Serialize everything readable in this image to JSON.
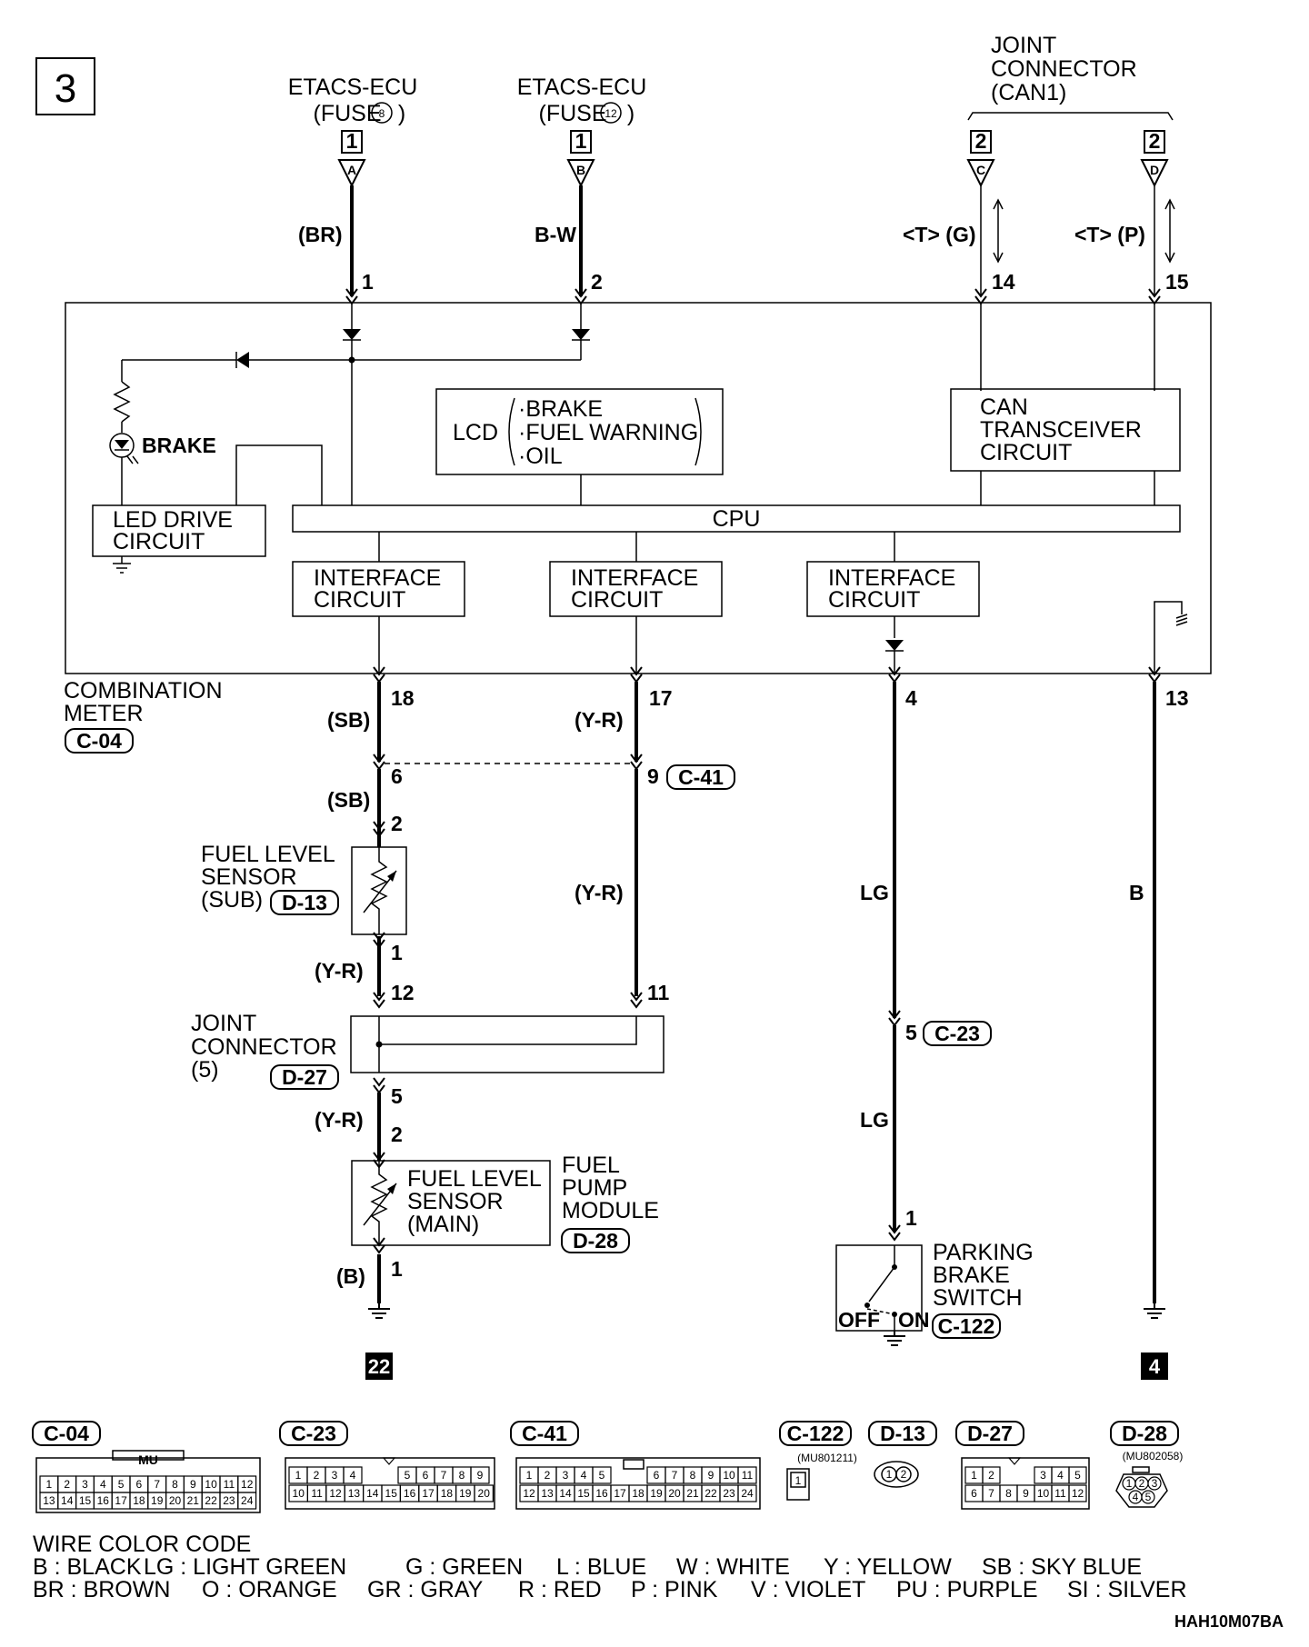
{
  "page": {
    "number": "3",
    "code": "HAH10M07BA",
    "nav_22": "22",
    "nav_4": "4"
  },
  "sources": {
    "etacs1": {
      "line1": "ETACS-ECU",
      "line2": "(FUSE",
      "fuse": "8",
      "tag": "1",
      "letter": "A"
    },
    "etacs2": {
      "line1": "ETACS-ECU",
      "line2": "(FUSE",
      "fuse": "12",
      "tag": "1",
      "letter": "B"
    },
    "joint_can": {
      "line1": "JOINT",
      "line2": "CONNECTOR",
      "line3": "(CAN1)",
      "tag": "2",
      "letter_c": "C",
      "letter_d": "D"
    }
  },
  "wires": {
    "w1": {
      "color": "(BR)",
      "pin": "1"
    },
    "w2": {
      "color": "B-W",
      "pin": "2"
    },
    "w14": {
      "color": "<T> (G)",
      "pin": "14"
    },
    "w15": {
      "color": "<T> (P)",
      "pin": "15"
    },
    "w18": {
      "color": "(SB)",
      "pin": "18"
    },
    "w17": {
      "color": "(Y-R)",
      "pin": "17"
    },
    "w4": {
      "color": "LG",
      "pin": "4"
    },
    "w13": {
      "color": "B",
      "pin": "13"
    },
    "sb2": "(SB)",
    "pin6": "6",
    "pin2a": "2",
    "pin9": "9",
    "yr_mid": "(Y-R)",
    "pin1a": "1",
    "yr_low": "(Y-R)",
    "pin12": "12",
    "pin11": "11",
    "pin5a": "5",
    "yr_bottom": "(Y-R)",
    "pin2b": "2",
    "b_paren": "(B)",
    "pin1b": "1",
    "lg_mid": "LG",
    "pin5b": "5",
    "lg_low": "LG",
    "pin1c": "1",
    "b_mid": "B"
  },
  "meter": {
    "brake_led": "BRAKE",
    "lcd_label": "LCD",
    "lcd_items": [
      "·BRAKE",
      "·FUEL WARNING",
      "·OIL"
    ],
    "can_lines": [
      "CAN",
      "TRANSCEIVER",
      "CIRCUIT"
    ],
    "led_drive": [
      "LED DRIVE",
      "CIRCUIT"
    ],
    "cpu": "CPU",
    "interface": [
      "INTERFACE",
      "CIRCUIT"
    ],
    "name": [
      "COMBINATION",
      "METER"
    ],
    "connector": "C-04"
  },
  "components": {
    "c41": "C-41",
    "fuel_sub": {
      "lines": [
        "FUEL LEVEL",
        "SENSOR",
        "(SUB)"
      ],
      "connector": "D-13"
    },
    "joint5": {
      "lines": [
        "JOINT",
        "CONNECTOR",
        "(5)"
      ],
      "connector": "D-27"
    },
    "fuel_main": {
      "lines": [
        "FUEL LEVEL",
        "SENSOR",
        "(MAIN)"
      ]
    },
    "pump": {
      "lines": [
        "FUEL",
        "PUMP",
        "MODULE"
      ],
      "connector": "D-28"
    },
    "c23": "C-23",
    "parking": {
      "lines": [
        "PARKING",
        "BRAKE",
        "SWITCH"
      ],
      "connector": "C-122",
      "off": "OFF",
      "on": "ON"
    }
  },
  "connectors": {
    "c04": {
      "label": "C-04",
      "mu": "MU",
      "top": [
        "1",
        "2",
        "3",
        "4",
        "5",
        "6",
        "7",
        "8",
        "9",
        "10",
        "11",
        "12"
      ],
      "bottom": [
        "13",
        "14",
        "15",
        "16",
        "17",
        "18",
        "19",
        "20",
        "21",
        "22",
        "23",
        "24"
      ]
    },
    "c23": {
      "label": "C-23",
      "top_l": [
        "1",
        "2",
        "3",
        "4"
      ],
      "top_r": [
        "5",
        "6",
        "7",
        "8",
        "9"
      ],
      "bottom": [
        "10",
        "11",
        "12",
        "13",
        "14",
        "15",
        "16",
        "17",
        "18",
        "19",
        "20"
      ]
    },
    "c41": {
      "label": "C-41",
      "top_l": [
        "1",
        "2",
        "3",
        "4",
        "5"
      ],
      "top_r": [
        "6",
        "7",
        "8",
        "9",
        "10",
        "11"
      ],
      "bottom": [
        "12",
        "13",
        "14",
        "15",
        "16",
        "17",
        "18",
        "19",
        "20",
        "21",
        "22",
        "23",
        "24"
      ]
    },
    "c122": {
      "label": "C-122",
      "part": "(MU801211)",
      "pin": "1"
    },
    "d13": {
      "label": "D-13",
      "pins": [
        "1",
        "2"
      ]
    },
    "d27": {
      "label": "D-27",
      "top_l": [
        "1",
        "2"
      ],
      "top_r": [
        "3",
        "4",
        "5"
      ],
      "bottom": [
        "6",
        "7",
        "8",
        "9",
        "10",
        "11",
        "12"
      ]
    },
    "d28": {
      "label": "D-28",
      "part": "(MU802058)",
      "top": [
        "1",
        "2",
        "3"
      ],
      "bottom": [
        "4",
        "5"
      ]
    }
  },
  "legend": {
    "title": "WIRE COLOR CODE",
    "row1": [
      "B : BLACK",
      "LG : LIGHT GREEN",
      "G : GREEN",
      "L : BLUE",
      "W : WHITE",
      "Y : YELLOW",
      "SB : SKY BLUE"
    ],
    "row2": [
      "BR : BROWN",
      "O : ORANGE",
      "GR : GRAY",
      "R : RED",
      "P : PINK",
      "V : VIOLET",
      "PU : PURPLE",
      "SI : SILVER"
    ]
  }
}
